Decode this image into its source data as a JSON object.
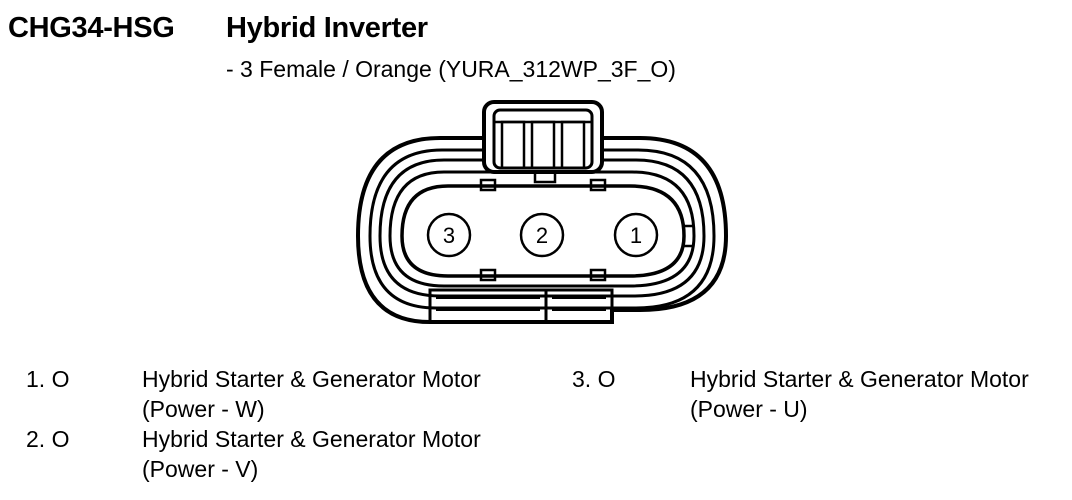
{
  "header": {
    "code": "CHG34-HSG",
    "title": "Hybrid Inverter",
    "subtitle": "- 3 Female / Orange (YURA_312WP_3F_O)"
  },
  "connector": {
    "pins_drawn": [
      "3",
      "2",
      "1"
    ]
  },
  "pins": [
    {
      "number": "1. O",
      "line1": "Hybrid Starter & Generator Motor",
      "line2": "(Power - W)"
    },
    {
      "number": "2. O",
      "line1": "Hybrid Starter & Generator Motor",
      "line2": "(Power - V)"
    },
    {
      "number": "3. O",
      "line1": "Hybrid Starter & Generator Motor",
      "line2": "(Power - U)"
    }
  ]
}
